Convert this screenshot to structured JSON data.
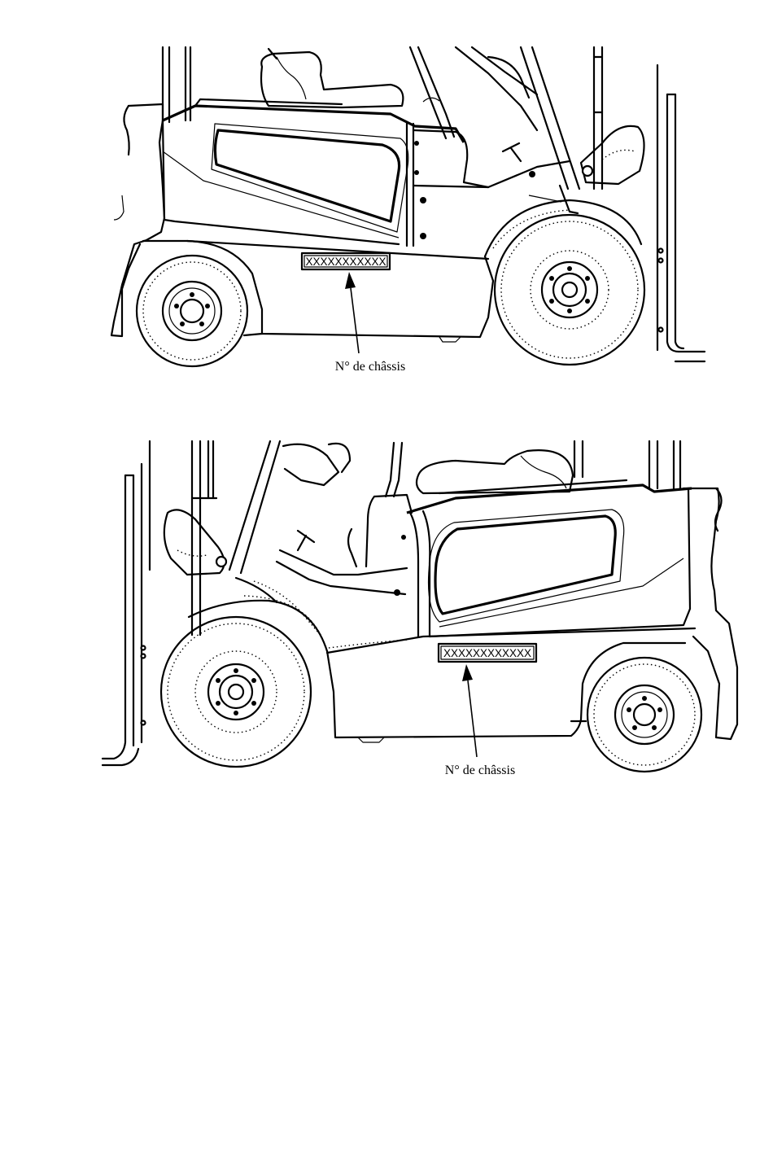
{
  "diagrams": [
    {
      "plate_text": "XXXXXXXXXXX",
      "label": "N° de châssis"
    },
    {
      "plate_text": "XXXXXXXXXXXX",
      "label": "N° de châssis"
    }
  ]
}
